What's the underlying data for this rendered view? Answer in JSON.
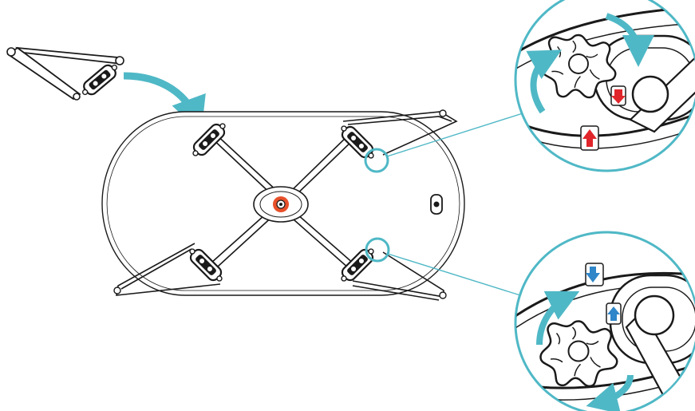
{
  "colors": {
    "background": "#ffffff",
    "line": "#1a1a1a",
    "accent_teal": "#4fb8c6",
    "center_ring": "#e8502a",
    "arrow_red": "#e0262b",
    "arrow_blue": "#2f86c9",
    "body_fill": "#ffffff"
  },
  "icons": {
    "curved_arrow": "curved-arrow-icon",
    "zoom_ring": "zoom-callout-icon",
    "lock_arrow_up": "up-arrow-icon",
    "lock_arrow_down": "down-arrow-icon",
    "knob": "star-knob-icon"
  },
  "callouts": [
    {
      "name": "top-detail",
      "arrow_color_key": "arrow_red",
      "rotation": "clockwise"
    },
    {
      "name": "bottom-detail",
      "arrow_color_key": "arrow_blue",
      "rotation": "counter-clockwise"
    }
  ]
}
